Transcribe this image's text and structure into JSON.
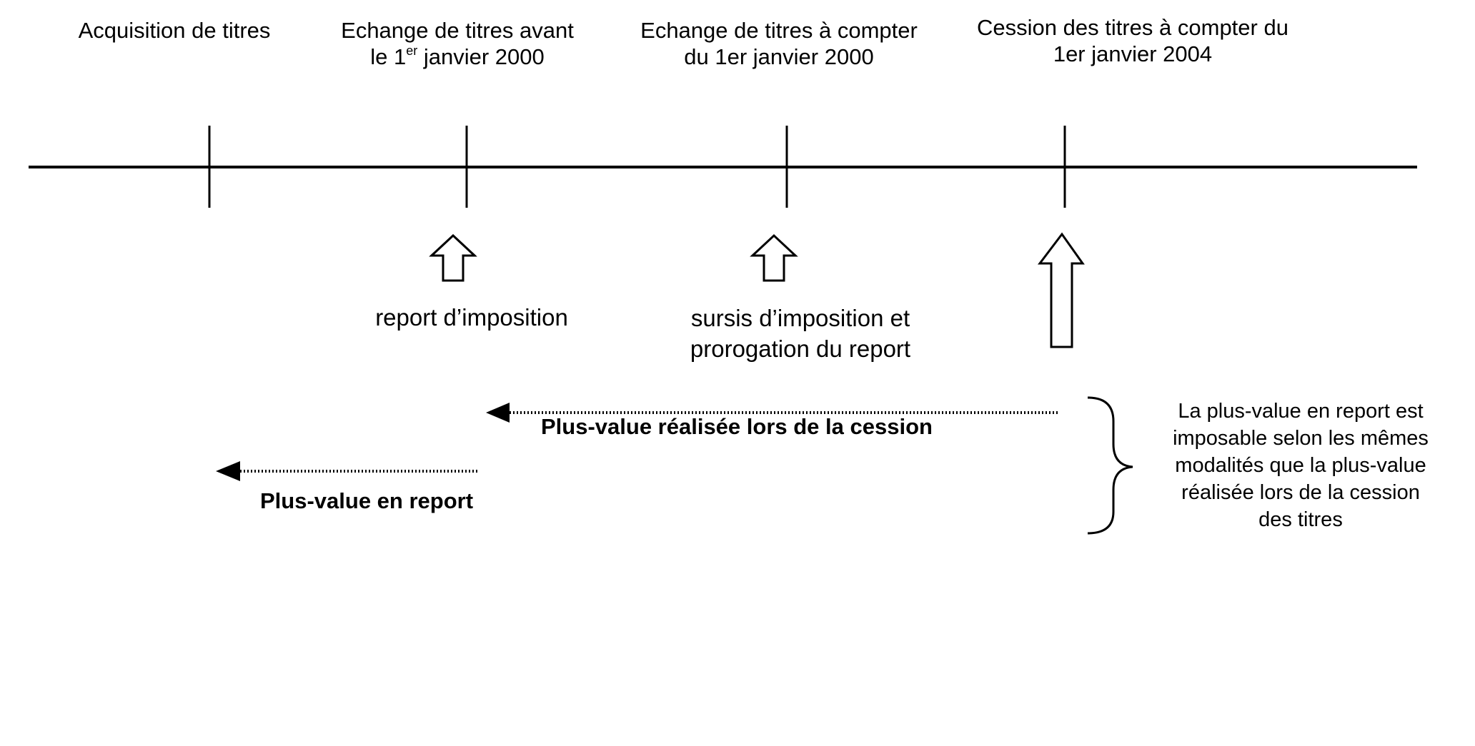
{
  "events": [
    {
      "id": "acquisition",
      "line1": "Acquisition de titres",
      "line2": ""
    },
    {
      "id": "echange-avant-2000",
      "line1": "Echange de titres avant",
      "line2_prefix": "le 1",
      "line2_sup": "er",
      "line2_suffix": " janvier 2000"
    },
    {
      "id": "echange-apres-2000",
      "line1": "Echange de titres à compter",
      "line2": "du 1er janvier 2000"
    },
    {
      "id": "cession-2004",
      "line1": "Cession des titres à compter du",
      "line2": "1er janvier 2004"
    }
  ],
  "effects": {
    "report": {
      "line1": "report d’imposition"
    },
    "sursis": {
      "line1": "sursis d’imposition et",
      "line2": "prorogation du report"
    }
  },
  "flows": {
    "plus_value_realisee": "Plus-value réalisée lors de la cession",
    "plus_value_en_report": "Plus-value en report"
  },
  "note": {
    "lines": [
      "La plus-value en report est",
      "imposable selon les mêmes",
      "modalités que la plus-value",
      "réalisée lors de la cession",
      "des titres"
    ]
  }
}
